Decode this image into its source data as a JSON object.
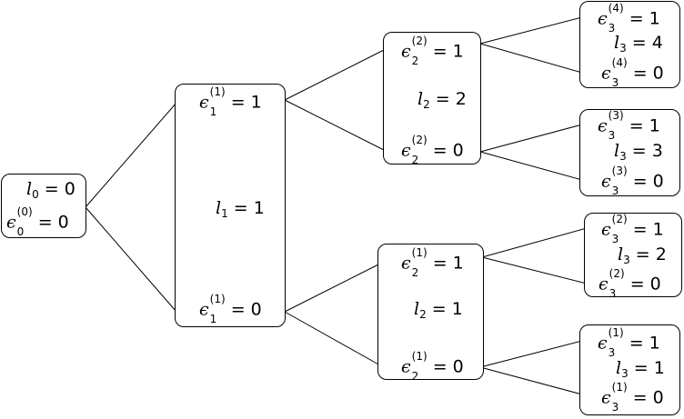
{
  "root": {
    "l": {
      "var": "l",
      "sub": "0",
      "rhs": "= 0"
    },
    "e": {
      "var": "ϵ",
      "sub": "0",
      "sup": "(0)",
      "rhs": "= 0"
    }
  },
  "level1": {
    "top": {
      "var": "ϵ",
      "sub": "1",
      "sup": "(1)",
      "rhs": "= 1"
    },
    "mid": {
      "var": "l",
      "sub": "1",
      "rhs": "= 1"
    },
    "bot": {
      "var": "ϵ",
      "sub": "1",
      "sup": "(1)",
      "rhs": "= 0"
    }
  },
  "level2_top": {
    "top": {
      "var": "ϵ",
      "sub": "2",
      "sup": "(2)",
      "rhs": "= 1"
    },
    "mid": {
      "var": "l",
      "sub": "2",
      "rhs": "= 2"
    },
    "bot": {
      "var": "ϵ",
      "sub": "2",
      "sup": "(2)",
      "rhs": "= 0"
    }
  },
  "level2_bot": {
    "top": {
      "var": "ϵ",
      "sub": "2",
      "sup": "(1)",
      "rhs": "= 1"
    },
    "mid": {
      "var": "l",
      "sub": "2",
      "rhs": "= 1"
    },
    "bot": {
      "var": "ϵ",
      "sub": "2",
      "sup": "(1)",
      "rhs": "= 0"
    }
  },
  "leaf4": {
    "top": {
      "var": "ϵ",
      "sub": "3",
      "sup": "(4)",
      "rhs": "= 1"
    },
    "mid": {
      "var": "l",
      "sub": "3",
      "rhs": "= 4"
    },
    "bot": {
      "var": "ϵ",
      "sub": "3",
      "sup": "(4)",
      "rhs": "= 0"
    }
  },
  "leaf3": {
    "top": {
      "var": "ϵ",
      "sub": "3",
      "sup": "(3)",
      "rhs": "= 1"
    },
    "mid": {
      "var": "l",
      "sub": "3",
      "rhs": "= 3"
    },
    "bot": {
      "var": "ϵ",
      "sub": "3",
      "sup": "(3)",
      "rhs": "= 0"
    }
  },
  "leaf2": {
    "top": {
      "var": "ϵ",
      "sub": "3",
      "sup": "(2)",
      "rhs": "= 1"
    },
    "mid": {
      "var": "l",
      "sub": "3",
      "rhs": "= 2"
    },
    "bot": {
      "var": "ϵ",
      "sub": "3",
      "sup": "(2)",
      "rhs": "= 0"
    }
  },
  "leaf1": {
    "top": {
      "var": "ϵ",
      "sub": "3",
      "sup": "(1)",
      "rhs": "= 1"
    },
    "mid": {
      "var": "l",
      "sub": "3",
      "rhs": "= 1"
    },
    "bot": {
      "var": "ϵ",
      "sub": "3",
      "sup": "(1)",
      "rhs": "= 0"
    }
  }
}
